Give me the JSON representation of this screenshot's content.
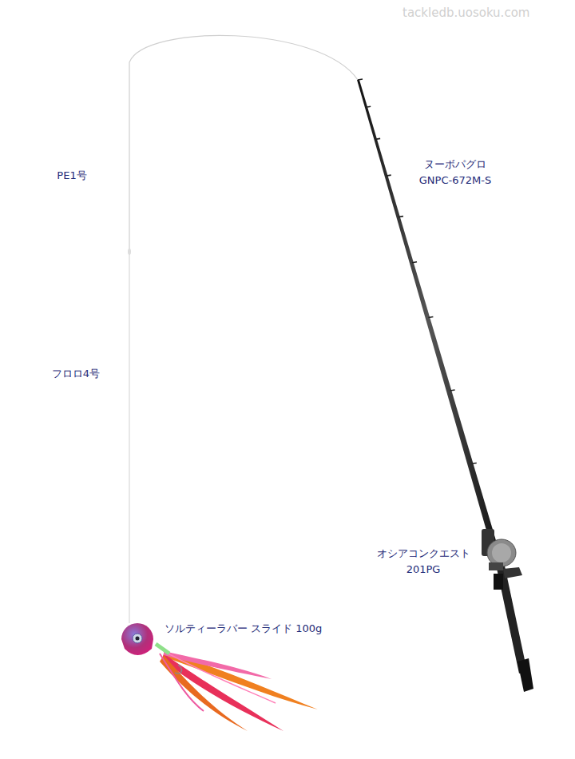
{
  "diagram": {
    "labels": [
      "tackledb.uosoku.com",
      "PE1号",
      "ヌーボパグロ GNPC-672M-S",
      "フロロ4号",
      "オシアコンクエスト 201PG",
      "ソルティーラバー スライド 100g"
    ]
  }
}
